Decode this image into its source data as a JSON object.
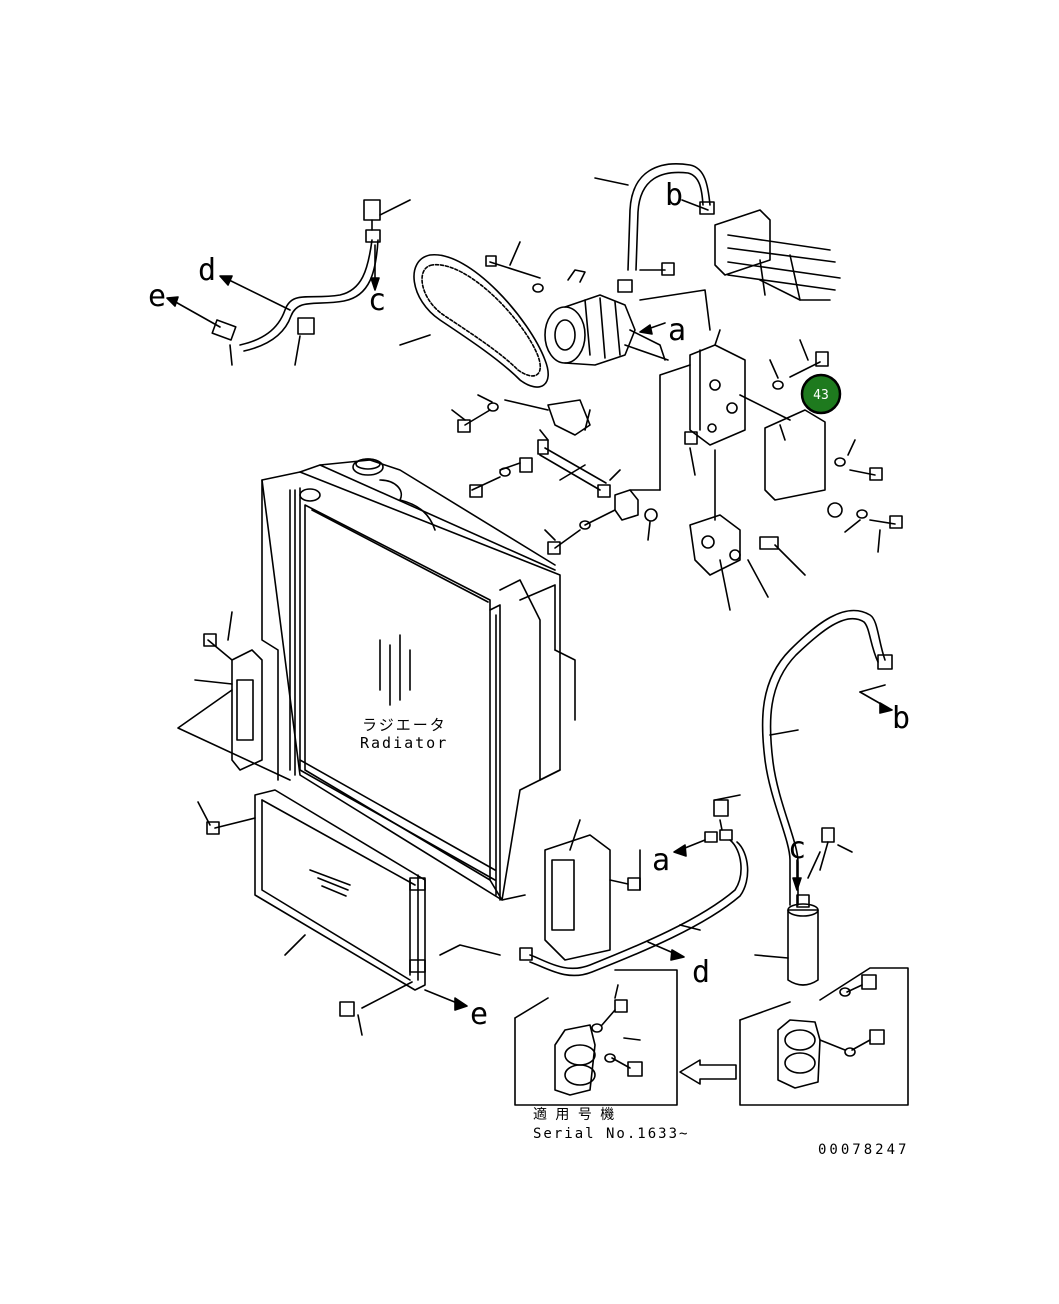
{
  "labels": {
    "radiator_jp": "ラジエータ",
    "radiator_en": "Radiator",
    "serial_jp": "適 用 号 機",
    "serial_en": "Serial No.1633~",
    "drawing_number": "00078247",
    "ref_a": "a",
    "ref_b": "b",
    "ref_c": "c",
    "ref_d": "d",
    "ref_e": "e"
  },
  "callouts": [
    {
      "number": "43",
      "color": "#1e7a1e"
    }
  ]
}
